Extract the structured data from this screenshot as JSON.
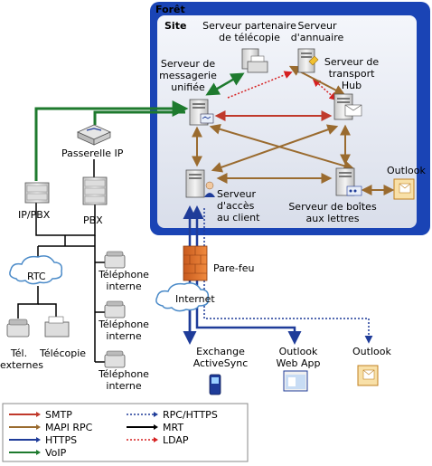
{
  "forest": {
    "title": "Forêt"
  },
  "site": {
    "title": "Site"
  },
  "servers": {
    "fax_partner": [
      "Serveur partenaire",
      "de télécopie"
    ],
    "directory": [
      "Serveur",
      "d'annuaire"
    ],
    "unified_messaging": [
      "Serveur de",
      "messagerie",
      "unifiée"
    ],
    "hub_transport": [
      "Serveur de",
      "transport",
      "Hub"
    ],
    "client_access": [
      "Serveur",
      "d'accès",
      "au client"
    ],
    "mailbox": [
      "Serveur de boîtes",
      "aux lettres"
    ]
  },
  "devices": {
    "outlook_top": "Outlook",
    "ip_gateway": "Passerelle IP",
    "ip_pbx": "IP/PBX",
    "pbx": "PBX",
    "rtc": "RTC",
    "firewall": "Pare-feu",
    "internet": "Internet",
    "internal_phones": [
      [
        "Téléphone",
        "interne"
      ],
      [
        "Téléphone",
        "interne"
      ],
      [
        "Téléphone",
        "interne"
      ]
    ],
    "external_phone": [
      "Tél.",
      "externes"
    ],
    "fax": "Télécopie",
    "exchange_activesync": [
      "Exchange",
      "ActiveSync"
    ],
    "outlook_web_app": [
      "Outlook",
      "Web App"
    ],
    "outlook_bottom": "Outlook"
  },
  "legend": {
    "items": [
      {
        "label": "SMTP",
        "color": "#c0392b",
        "style": "solid"
      },
      {
        "label": "MAPI RPC",
        "color": "#9a6b2f",
        "style": "solid"
      },
      {
        "label": "HTTPS",
        "color": "#1f3c99",
        "style": "solid"
      },
      {
        "label": "VoIP",
        "color": "#1e7a2e",
        "style": "solid"
      },
      {
        "label": "RPC/HTTPS",
        "color": "#1f3c99",
        "style": "dotted"
      },
      {
        "label": "MRT",
        "color": "#000000",
        "style": "solid"
      },
      {
        "label": "LDAP",
        "color": "#d62020",
        "style": "dotted"
      }
    ]
  }
}
